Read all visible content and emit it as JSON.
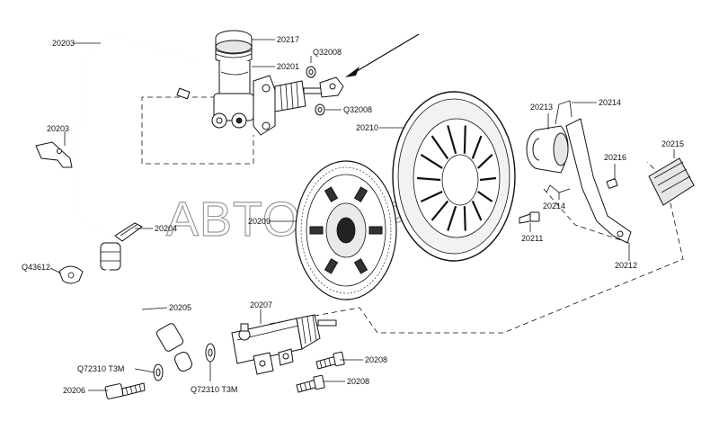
{
  "watermark": "ABTOMAPKET",
  "parts": {
    "p20203a": "20203",
    "p20203b": "20203",
    "p20217": "20217",
    "p20201": "20201",
    "pQ32008a": "Q32008",
    "pQ32008b": "Q32008",
    "p20210": "20210",
    "p20213": "20213",
    "p20214a": "20214",
    "p20214b": "20214",
    "p20216": "20216",
    "p20215": "20215",
    "p20209": "20209",
    "p20211": "20211",
    "p20212": "20212",
    "p20204": "20204",
    "pQ43612": "Q43612",
    "p20205": "20205",
    "p20207": "20207",
    "p20208a": "20208",
    "p20208b": "20208",
    "pQ72310a": "Q72310 T3M",
    "pQ72310b": "Q72310 T3M",
    "p20206": "20206"
  }
}
